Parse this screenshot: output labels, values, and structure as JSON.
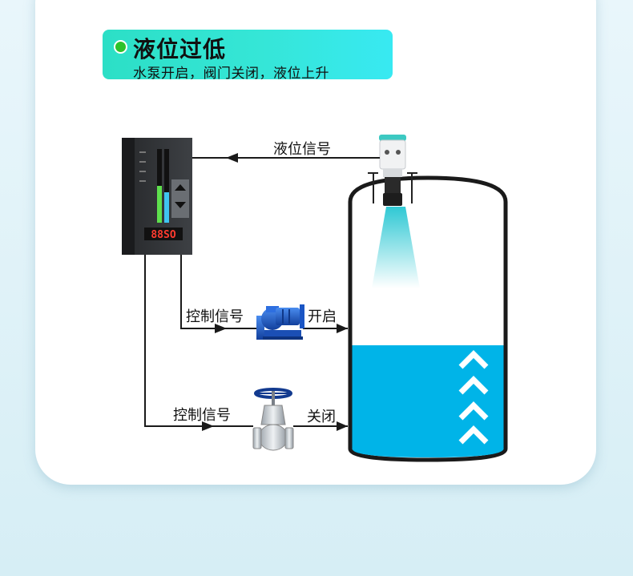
{
  "banner": {
    "title": "液位过低",
    "subtitle": "水泵开启，阀门关闭，液位上升"
  },
  "diagram": {
    "level_signal_label": "液位信号",
    "control_signal_pump_label": "控制信号",
    "pump_state_label": "开启",
    "control_signal_valve_label": "控制信号",
    "valve_state_label": "关闭",
    "controller_display_text": "88SO"
  },
  "colors": {
    "water": "#00b4e8",
    "banner_start": "#2cdfc6",
    "banner_end": "#38e9f2",
    "indicator_dot": "#2cc22a",
    "pump_blue": "#1a5fd0"
  },
  "icons": [
    "status-dot-icon",
    "controller-device-icon",
    "radar-level-sensor-icon",
    "water-pump-icon",
    "gate-valve-icon",
    "rising-chevrons-icon"
  ]
}
